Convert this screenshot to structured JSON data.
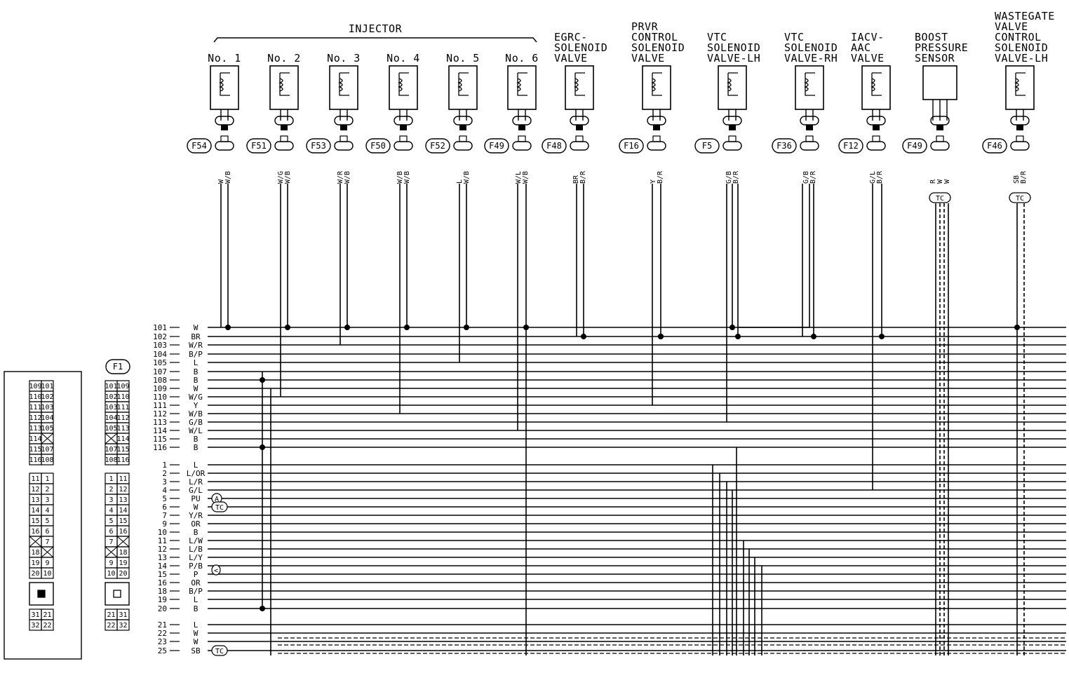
{
  "group_label": "INJECTOR",
  "components": [
    {
      "id": "inj1",
      "title": [
        "No. 1"
      ],
      "connector": "F54",
      "wires": [
        "W",
        "W/B"
      ],
      "type": "coil"
    },
    {
      "id": "inj2",
      "title": [
        "No. 2"
      ],
      "connector": "F51",
      "wires": [
        "W/G",
        "W/B"
      ],
      "type": "coil"
    },
    {
      "id": "inj3",
      "title": [
        "No. 3"
      ],
      "connector": "F53",
      "wires": [
        "W/R",
        "W/B"
      ],
      "type": "coil"
    },
    {
      "id": "inj4",
      "title": [
        "No. 4"
      ],
      "connector": "F50",
      "wires": [
        "W/B",
        "W/B"
      ],
      "type": "coil"
    },
    {
      "id": "inj5",
      "title": [
        "No. 5"
      ],
      "connector": "F52",
      "wires": [
        "L",
        "W/B"
      ],
      "type": "coil"
    },
    {
      "id": "inj6",
      "title": [
        "No. 6"
      ],
      "connector": "F49",
      "wires": [
        "W/L",
        "W/B"
      ],
      "type": "coil"
    },
    {
      "id": "egrc",
      "title": [
        "EGRC-",
        "SOLENOID",
        "VALVE"
      ],
      "connector": "F48",
      "wires": [
        "BR",
        "B/R"
      ],
      "type": "coil"
    },
    {
      "id": "prvr",
      "title": [
        "PRVR",
        "CONTROL",
        "SOLENOID",
        "VALVE"
      ],
      "connector": "F16",
      "wires": [
        "Y",
        "B/R"
      ],
      "type": "coil"
    },
    {
      "id": "vtclh",
      "title": [
        "VTC",
        "SOLENOID",
        "VALVE-LH"
      ],
      "connector": "F5",
      "wires": [
        "G/B",
        "B/R"
      ],
      "type": "coil"
    },
    {
      "id": "vtcrh",
      "title": [
        "VTC",
        "SOLENOID",
        "VALVE-RH"
      ],
      "connector": "F36",
      "wires": [
        "G/B",
        "B/R"
      ],
      "type": "coil"
    },
    {
      "id": "iacv",
      "title": [
        "IACV-",
        "AAC",
        "VALVE"
      ],
      "connector": "F12",
      "wires": [
        "G/L",
        "B/R"
      ],
      "type": "coil"
    },
    {
      "id": "boost",
      "title": [
        "BOOST",
        "PRESSURE",
        "SENSOR"
      ],
      "connector": "F49",
      "wires": [
        "R",
        "W",
        "W"
      ],
      "type": "sensor"
    },
    {
      "id": "wastegate",
      "title": [
        "WASTEGATE",
        "VALVE",
        "CONTROL",
        "SOLENOID",
        "VALVE-LH"
      ],
      "connector": "F46",
      "wires": [
        "SB",
        "B/R"
      ],
      "type": "coil"
    }
  ],
  "shield_label": "TC",
  "ecm_connector": "F1",
  "pins": [
    {
      "num": "101",
      "code": "W"
    },
    {
      "num": "102",
      "code": "BR"
    },
    {
      "num": "103",
      "code": "W/R"
    },
    {
      "num": "104",
      "code": "B/P"
    },
    {
      "num": "105",
      "code": "L"
    },
    {
      "num": "107",
      "code": "B"
    },
    {
      "num": "108",
      "code": "B"
    },
    {
      "num": "109",
      "code": "W"
    },
    {
      "num": "110",
      "code": "W/G"
    },
    {
      "num": "111",
      "code": "Y"
    },
    {
      "num": "112",
      "code": "W/B"
    },
    {
      "num": "113",
      "code": "G/B"
    },
    {
      "num": "114",
      "code": "W/L"
    },
    {
      "num": "115",
      "code": "B"
    },
    {
      "num": "116",
      "code": "B"
    },
    {
      "num": "1",
      "code": "L"
    },
    {
      "num": "2",
      "code": "L/OR"
    },
    {
      "num": "3",
      "code": "L/R"
    },
    {
      "num": "4",
      "code": "G/L"
    },
    {
      "num": "5",
      "code": "PU"
    },
    {
      "num": "6",
      "code": "W"
    },
    {
      "num": "7",
      "code": "Y/R"
    },
    {
      "num": "9",
      "code": "OR"
    },
    {
      "num": "10",
      "code": "B"
    },
    {
      "num": "11",
      "code": "L/W"
    },
    {
      "num": "12",
      "code": "L/B"
    },
    {
      "num": "13",
      "code": "L/Y"
    },
    {
      "num": "14",
      "code": "P/B"
    },
    {
      "num": "15",
      "code": "P"
    },
    {
      "num": "16",
      "code": "OR"
    },
    {
      "num": "18",
      "code": "B/P"
    },
    {
      "num": "19",
      "code": "L"
    },
    {
      "num": "20",
      "code": "B"
    },
    {
      "num": "21",
      "code": "L"
    },
    {
      "num": "22",
      "code": "W"
    },
    {
      "num": "23",
      "code": "W"
    },
    {
      "num": "25",
      "code": "SB"
    }
  ],
  "pin_markers": {
    "pin5": "A",
    "pin6": "TC",
    "pin14": "<",
    "pin25": "TC"
  },
  "left_grid_rows": [
    [
      "109",
      "101"
    ],
    [
      "110",
      "102"
    ],
    [
      "111",
      "103"
    ],
    [
      "112",
      "104"
    ],
    [
      "113",
      "105"
    ],
    [
      "114",
      "X"
    ],
    [
      "115",
      "107"
    ],
    [
      "116",
      "108"
    ],
    [
      "11",
      "1"
    ],
    [
      "12",
      "2"
    ],
    [
      "13",
      "3"
    ],
    [
      "14",
      "4"
    ],
    [
      "15",
      "5"
    ],
    [
      "16",
      "6"
    ],
    [
      "X",
      "7"
    ],
    [
      "18",
      "X"
    ],
    [
      "19",
      "9"
    ],
    [
      "20",
      "10"
    ],
    [
      "31",
      "21"
    ],
    [
      "32",
      "22"
    ]
  ],
  "right_grid_rows": [
    [
      "101",
      "109"
    ],
    [
      "102",
      "110"
    ],
    [
      "103",
      "111"
    ],
    [
      "104",
      "112"
    ],
    [
      "105",
      "113"
    ],
    [
      "X",
      "114"
    ],
    [
      "107",
      "115"
    ],
    [
      "108",
      "116"
    ],
    [
      "1",
      "11"
    ],
    [
      "2",
      "12"
    ],
    [
      "3",
      "13"
    ],
    [
      "4",
      "14"
    ],
    [
      "5",
      "15"
    ],
    [
      "6",
      "16"
    ],
    [
      "7",
      "X"
    ],
    [
      "X",
      "18"
    ],
    [
      "9",
      "19"
    ],
    [
      "10",
      "20"
    ],
    [
      "21",
      "31"
    ],
    [
      "22",
      "32"
    ]
  ]
}
